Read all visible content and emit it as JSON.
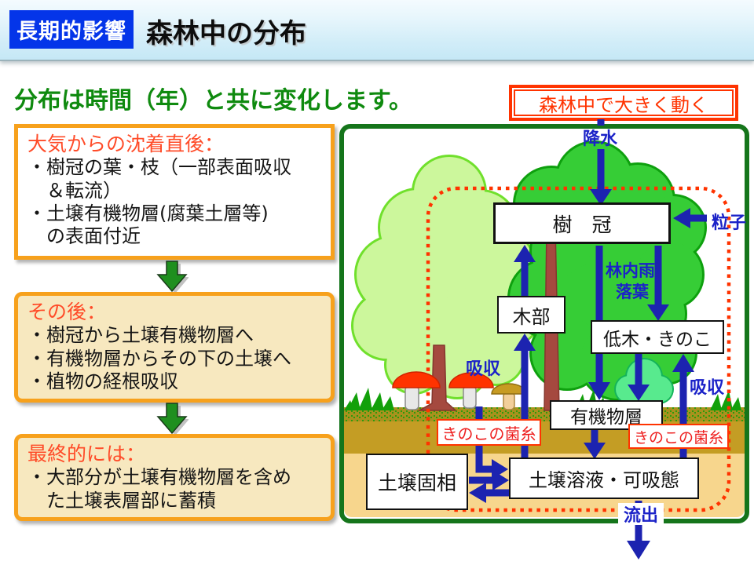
{
  "header": {
    "badge": "長期的影響",
    "title": "森林中の分布"
  },
  "subtitle": "分布は時間（年）と共に変化します。",
  "callout": "森林中で大きく動く",
  "left_boxes": [
    {
      "title": "大気からの沈着直後：",
      "lines": [
        "・樹冠の葉・枝（一部表面吸収",
        "　＆転流）",
        "・土壌有機物層(腐葉土層等)",
        "　の表面付近"
      ]
    },
    {
      "title": "その後：",
      "lines": [
        "・樹冠から土壌有機物層へ",
        "・有機物層からその下の土壌へ",
        "・植物の経根吸収"
      ]
    },
    {
      "title": "最終的には：",
      "lines": [
        "・大部分が土壌有機物層を含め",
        "　た土壌表層部に蓄積"
      ]
    }
  ],
  "diagram": {
    "nodes": {
      "canopy": "樹　冠",
      "xylem": "木部",
      "shrub": "低木・きのこ",
      "organic": "有機物層",
      "soil_solid": "土壌固相",
      "soil_solution": "土壌溶液・可吸態"
    },
    "labels": {
      "rain": "降水",
      "particles": "粒子",
      "throughfall": "林内雨",
      "litterfall": "落葉",
      "uptake_left": "吸収",
      "uptake_right": "吸収",
      "runoff": "流出",
      "hyphae_left": "きのこの菌糸",
      "hyphae_right": "きのこの菌糸"
    },
    "colors": {
      "arrow_blue": "#1c23b0",
      "label_blue": "#1b22c8",
      "dotted_red": "#ff3300",
      "panel_green": "#15751b",
      "accent_orange": "#f7a11c",
      "box_fill_tan": "#f7e8bf",
      "badge_blue": "#0435e9",
      "heading_green": "#0f8a0f",
      "box_title_red": "#ff4b28"
    }
  }
}
